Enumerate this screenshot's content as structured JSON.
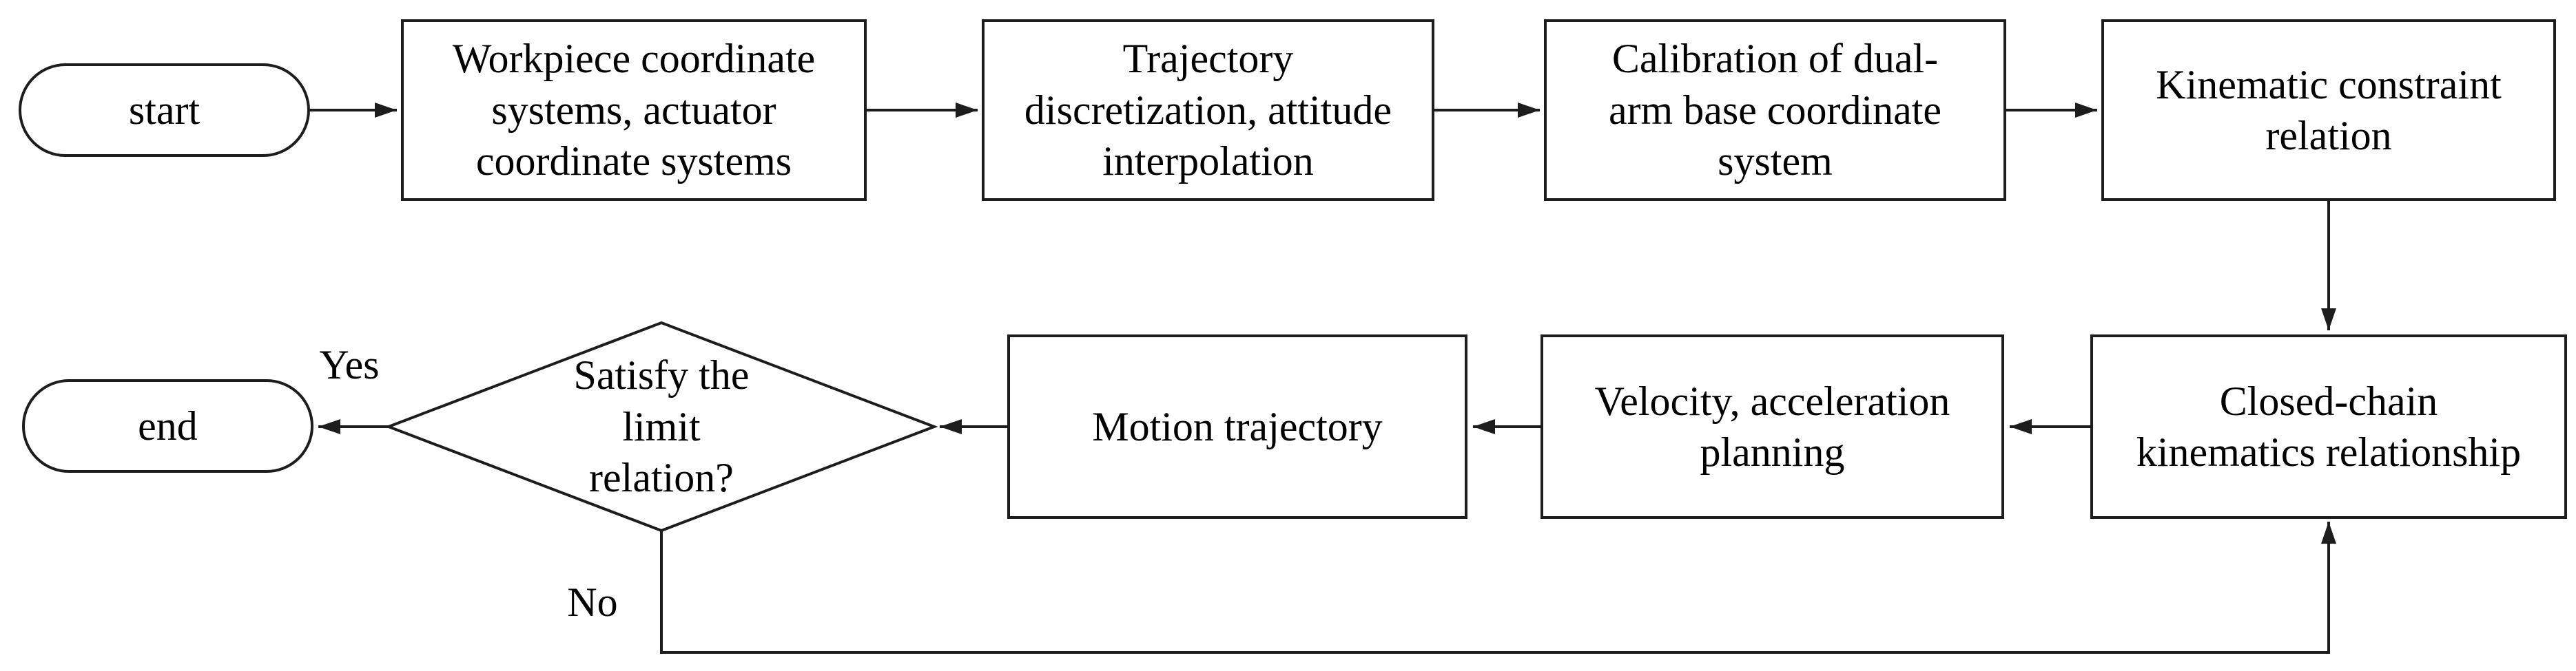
{
  "flowchart": {
    "type": "flowchart",
    "colors": {
      "background": "#ffffff",
      "line": "#1d1d1d",
      "text": "#000000"
    },
    "nodes": {
      "start": {
        "shape": "terminator",
        "label": "start"
      },
      "workpiece": {
        "shape": "process",
        "label": "Workpiece coordinate\nsystems, actuator\ncoordinate systems"
      },
      "trajectory": {
        "shape": "process",
        "label": "Trajectory\ndiscretization, attitude\ninterpolation"
      },
      "calibration": {
        "shape": "process",
        "label": "Calibration of dual-\narm base coordinate\nsystem"
      },
      "kinematic": {
        "shape": "process",
        "label": "Kinematic constraint\nrelation"
      },
      "closed_chain": {
        "shape": "process",
        "label": "Closed-chain\nkinematics relationship"
      },
      "velocity": {
        "shape": "process",
        "label": "Velocity, acceleration\nplanning"
      },
      "motion": {
        "shape": "process",
        "label": "Motion trajectory"
      },
      "decision": {
        "shape": "decision",
        "label": "Satisfy the\nlimit\nrelation?"
      },
      "end": {
        "shape": "terminator",
        "label": "end"
      }
    },
    "edges": [
      {
        "from": "start",
        "to": "workpiece"
      },
      {
        "from": "workpiece",
        "to": "trajectory"
      },
      {
        "from": "trajectory",
        "to": "calibration"
      },
      {
        "from": "calibration",
        "to": "kinematic"
      },
      {
        "from": "kinematic",
        "to": "closed_chain"
      },
      {
        "from": "closed_chain",
        "to": "velocity"
      },
      {
        "from": "velocity",
        "to": "motion"
      },
      {
        "from": "motion",
        "to": "decision"
      },
      {
        "from": "decision",
        "to": "end",
        "label": "Yes"
      },
      {
        "from": "decision",
        "to": "closed_chain",
        "label": "No"
      }
    ]
  }
}
